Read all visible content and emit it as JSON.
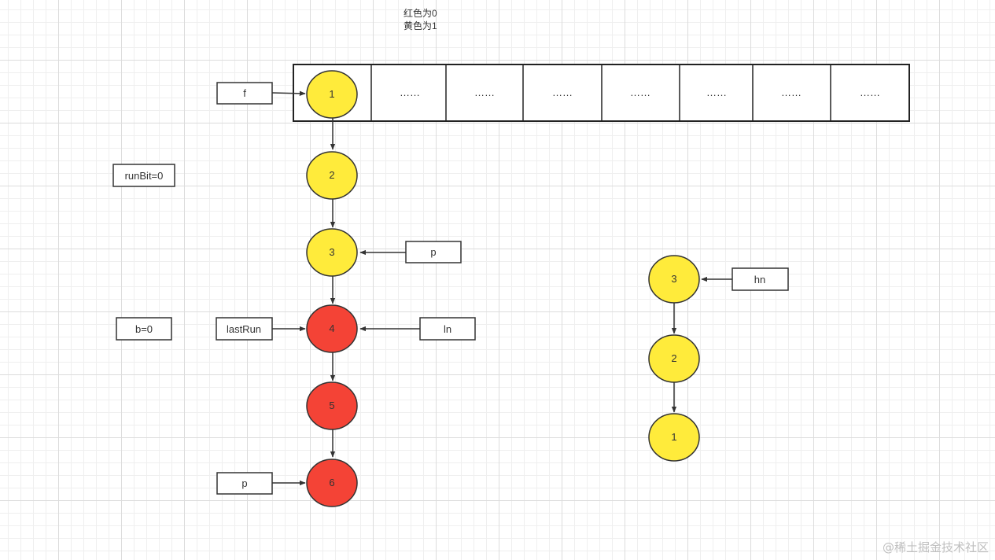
{
  "legend": {
    "red_zero": "红色为0",
    "yellow_one": "黄色为1"
  },
  "colors": {
    "yellow": "#FFEB3B",
    "red": "#F44336",
    "stroke": "#333333"
  },
  "table": {
    "first_node": "1",
    "cells": [
      "……",
      "……",
      "……",
      "……",
      "……",
      "……",
      "……"
    ]
  },
  "pointers": {
    "f": "f",
    "p_top": "p",
    "last_run": "lastRun",
    "ln": "ln",
    "p_bottom": "p",
    "hn": "hn"
  },
  "vars": {
    "run_bit": "runBit=0",
    "b": "b=0"
  },
  "left_chain": [
    {
      "label": "1",
      "color": "yellow"
    },
    {
      "label": "2",
      "color": "yellow"
    },
    {
      "label": "3",
      "color": "yellow"
    },
    {
      "label": "4",
      "color": "red"
    },
    {
      "label": "5",
      "color": "red"
    },
    {
      "label": "6",
      "color": "red"
    }
  ],
  "right_chain": [
    {
      "label": "3",
      "color": "yellow"
    },
    {
      "label": "2",
      "color": "yellow"
    },
    {
      "label": "1",
      "color": "yellow"
    }
  ],
  "watermark": "@稀土掘金技术社区"
}
